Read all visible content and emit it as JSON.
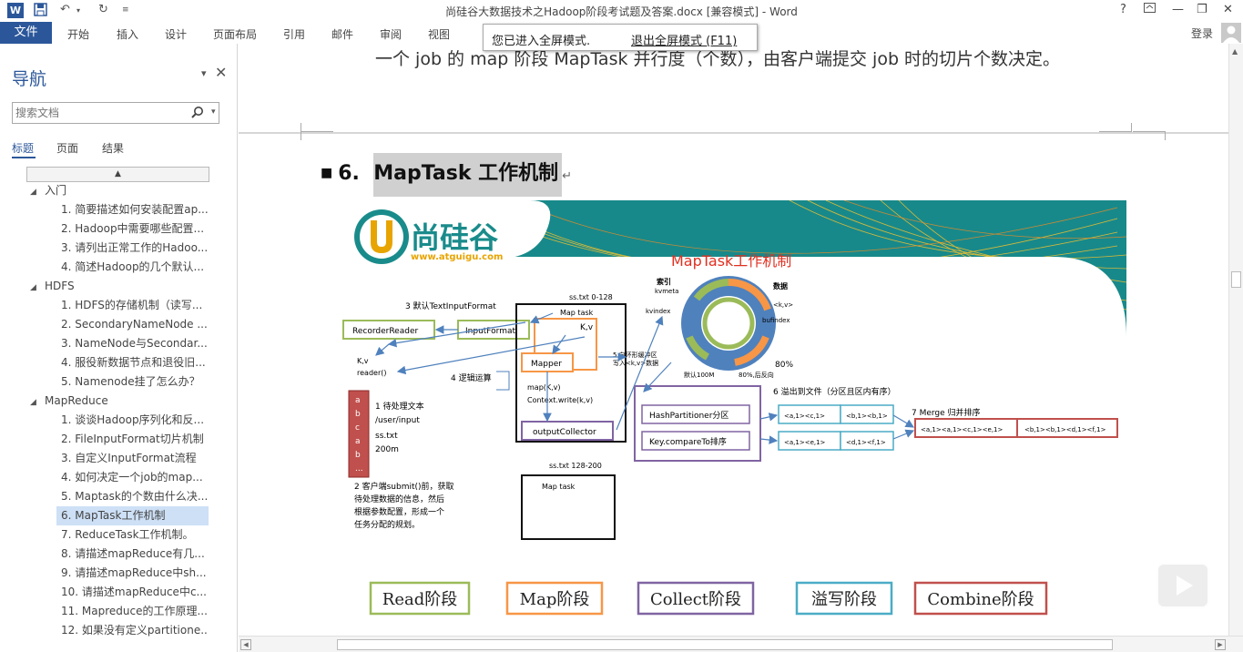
{
  "window": {
    "title": "尚硅谷大数据技术之Hadoop阶段考试题及答案.docx [兼容模式] - Word",
    "help": "?",
    "quick_access": [
      "save-icon",
      "undo-icon",
      "redo-icon"
    ]
  },
  "ribbon": {
    "file": "文件",
    "tabs": [
      "开始",
      "插入",
      "设计",
      "页面布局",
      "引用",
      "邮件",
      "审阅",
      "视图"
    ],
    "login": "登录"
  },
  "fullscreen_tip": {
    "message": "您已进入全屏模式.",
    "exit": "退出全屏模式 (F11)"
  },
  "nav": {
    "title": "导航",
    "search_placeholder": "搜索文档",
    "tabs": [
      "标题",
      "页面",
      "结果"
    ],
    "tree": [
      {
        "label": "入门",
        "level": 1
      },
      {
        "label": "1. 简要描述如何安装配置ap...",
        "level": 2
      },
      {
        "label": "2. Hadoop中需要哪些配置...",
        "level": 2
      },
      {
        "label": "3. 请列出正常工作的Hadoo...",
        "level": 2
      },
      {
        "label": "4. 简述Hadoop的几个默认...",
        "level": 2
      },
      {
        "label": "HDFS",
        "level": 1
      },
      {
        "label": "1. HDFS的存储机制（读写...",
        "level": 2
      },
      {
        "label": "2. SecondaryNameNode ...",
        "level": 2
      },
      {
        "label": "3. NameNode与Secondar...",
        "level": 2
      },
      {
        "label": "4. 服役新数据节点和退役旧...",
        "level": 2
      },
      {
        "label": "5. Namenode挂了怎么办？",
        "level": 2
      },
      {
        "label": "MapReduce",
        "level": 1
      },
      {
        "label": "1. 谈谈Hadoop序列化和反...",
        "level": 2
      },
      {
        "label": "2. FileInputFormat切片机制",
        "level": 2
      },
      {
        "label": "3. 自定义InputFormat流程",
        "level": 2
      },
      {
        "label": "4. 如何决定一个job的map...",
        "level": 2
      },
      {
        "label": "5. Maptask的个数由什么决...",
        "level": 2
      },
      {
        "label": "6. MapTask工作机制",
        "level": 2,
        "selected": true
      },
      {
        "label": "7. ReduceTask工作机制。",
        "level": 2
      },
      {
        "label": "8. 请描述mapReduce有几...",
        "level": 2
      },
      {
        "label": "9. 请描述mapReduce中sh...",
        "level": 2
      },
      {
        "label": "10. 请描述mapReduce中c...",
        "level": 2
      },
      {
        "label": "11. Mapreduce的工作原理...",
        "level": 2
      },
      {
        "label": "12. 如果没有定义partitione...",
        "level": 2
      }
    ]
  },
  "document": {
    "prev_line": "一个 job 的 map 阶段 MapTask 并行度（个数），由客户端提交 job 时的切片个数决定。",
    "heading_num": "6.",
    "heading_text": "MapTask 工作机制",
    "figure": {
      "logo_text": "尚硅谷",
      "logo_url": "www.atguigu.com",
      "title": "MapTask工作机制",
      "labels": {
        "index": "索引",
        "kvmeta": "kvmeta",
        "kvindex": "kvindex",
        "data": "数据",
        "kv": "<k,v>",
        "bufindex": "bufindex",
        "pct80": "80%",
        "default100m": "默认100M",
        "pct80rev": "80%,后反向",
        "step3": "3 默认TextInputFormat",
        "recorder_reader": "RecorderReader",
        "input_format": "InputFormat",
        "sstxt0": "ss.txt 0-128",
        "maptask": "Map task",
        "kv_small": "K,v",
        "kv_reader": "K,v",
        "reader_call": "reader()",
        "mapper": "Mapper",
        "step4": "4 逻辑运算",
        "map_kv": "map(K,v)",
        "context_write": "Context.write(k,v)",
        "output_collector": "outputCollector",
        "step5a": "5 向环形缓冲区",
        "step5b": "写入<k,v>数据",
        "step1": "1 待处理文本",
        "input_path": "/user/input",
        "file_name": "ss.txt",
        "file_size": "200m",
        "file_letters": [
          "a",
          "b",
          "c",
          "a",
          "b",
          "..."
        ],
        "step2": [
          "2 客户端submit()前，获取",
          "待处理数据的信息，然后",
          "根据参数配置，形成一个",
          "任务分配的规划。"
        ],
        "sstxt128": "ss.txt 128-200",
        "maptask2": "Map task",
        "hash_partitioner": "HashPartitioner分区",
        "key_compare": "Key.compareTo排序",
        "step6": "6 溢出到文件（分区且区内有序）",
        "spill1a": "<a,1><c,1>",
        "spill1b": "<b,1><b,1>",
        "spill2a": "<a,1><e,1>",
        "spill2b": "<d,1><f,1>",
        "step7": "7 Merge 归并排序",
        "merge_a": "<a,1><a,1><c,1><e,1>",
        "merge_b": "<b,1><b,1><d,1><f,1>"
      },
      "stages": [
        "Read阶段",
        "Map阶段",
        "Collect阶段",
        "溢写阶段",
        "Combine阶段"
      ],
      "colors": {
        "red": "#c0504d",
        "green": "#9bbb59",
        "blue": "#4f81bd",
        "purple": "#8064a2",
        "orange": "#f79646",
        "teal": "#4bacc6",
        "brand_teal": "#1a8b8b"
      }
    }
  }
}
